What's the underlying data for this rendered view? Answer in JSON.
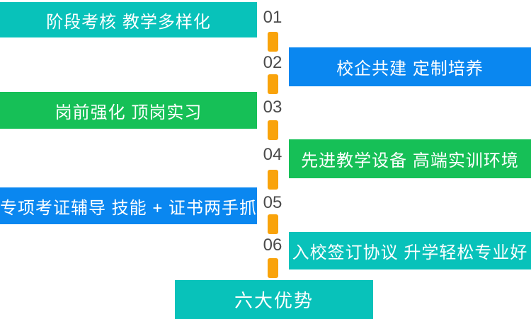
{
  "diagram": {
    "footer_label": "六大优势",
    "items": [
      {
        "num": "01",
        "label": "阶段考核 教学多样化",
        "side": "left",
        "color": "teal"
      },
      {
        "num": "02",
        "label": "校企共建 定制培养",
        "side": "right",
        "color": "blue"
      },
      {
        "num": "03",
        "label": "岗前强化 顶岗实习",
        "side": "left",
        "color": "green"
      },
      {
        "num": "04",
        "label": "先进教学设备 高端实训环境",
        "side": "right",
        "color": "green"
      },
      {
        "num": "05",
        "label": "专项考证辅导 技能 + 证书两手抓",
        "side": "left",
        "color": "blue"
      },
      {
        "num": "06",
        "label": "入校签订协议 升学轻松专业好",
        "side": "right",
        "color": "teal"
      }
    ]
  },
  "colors": {
    "teal": "#08c2ba",
    "green": "#16c057",
    "blue": "#0a87f0",
    "orange": "#f9a30b",
    "number_text": "#4a4a4a",
    "box_text": "#ffffff"
  }
}
